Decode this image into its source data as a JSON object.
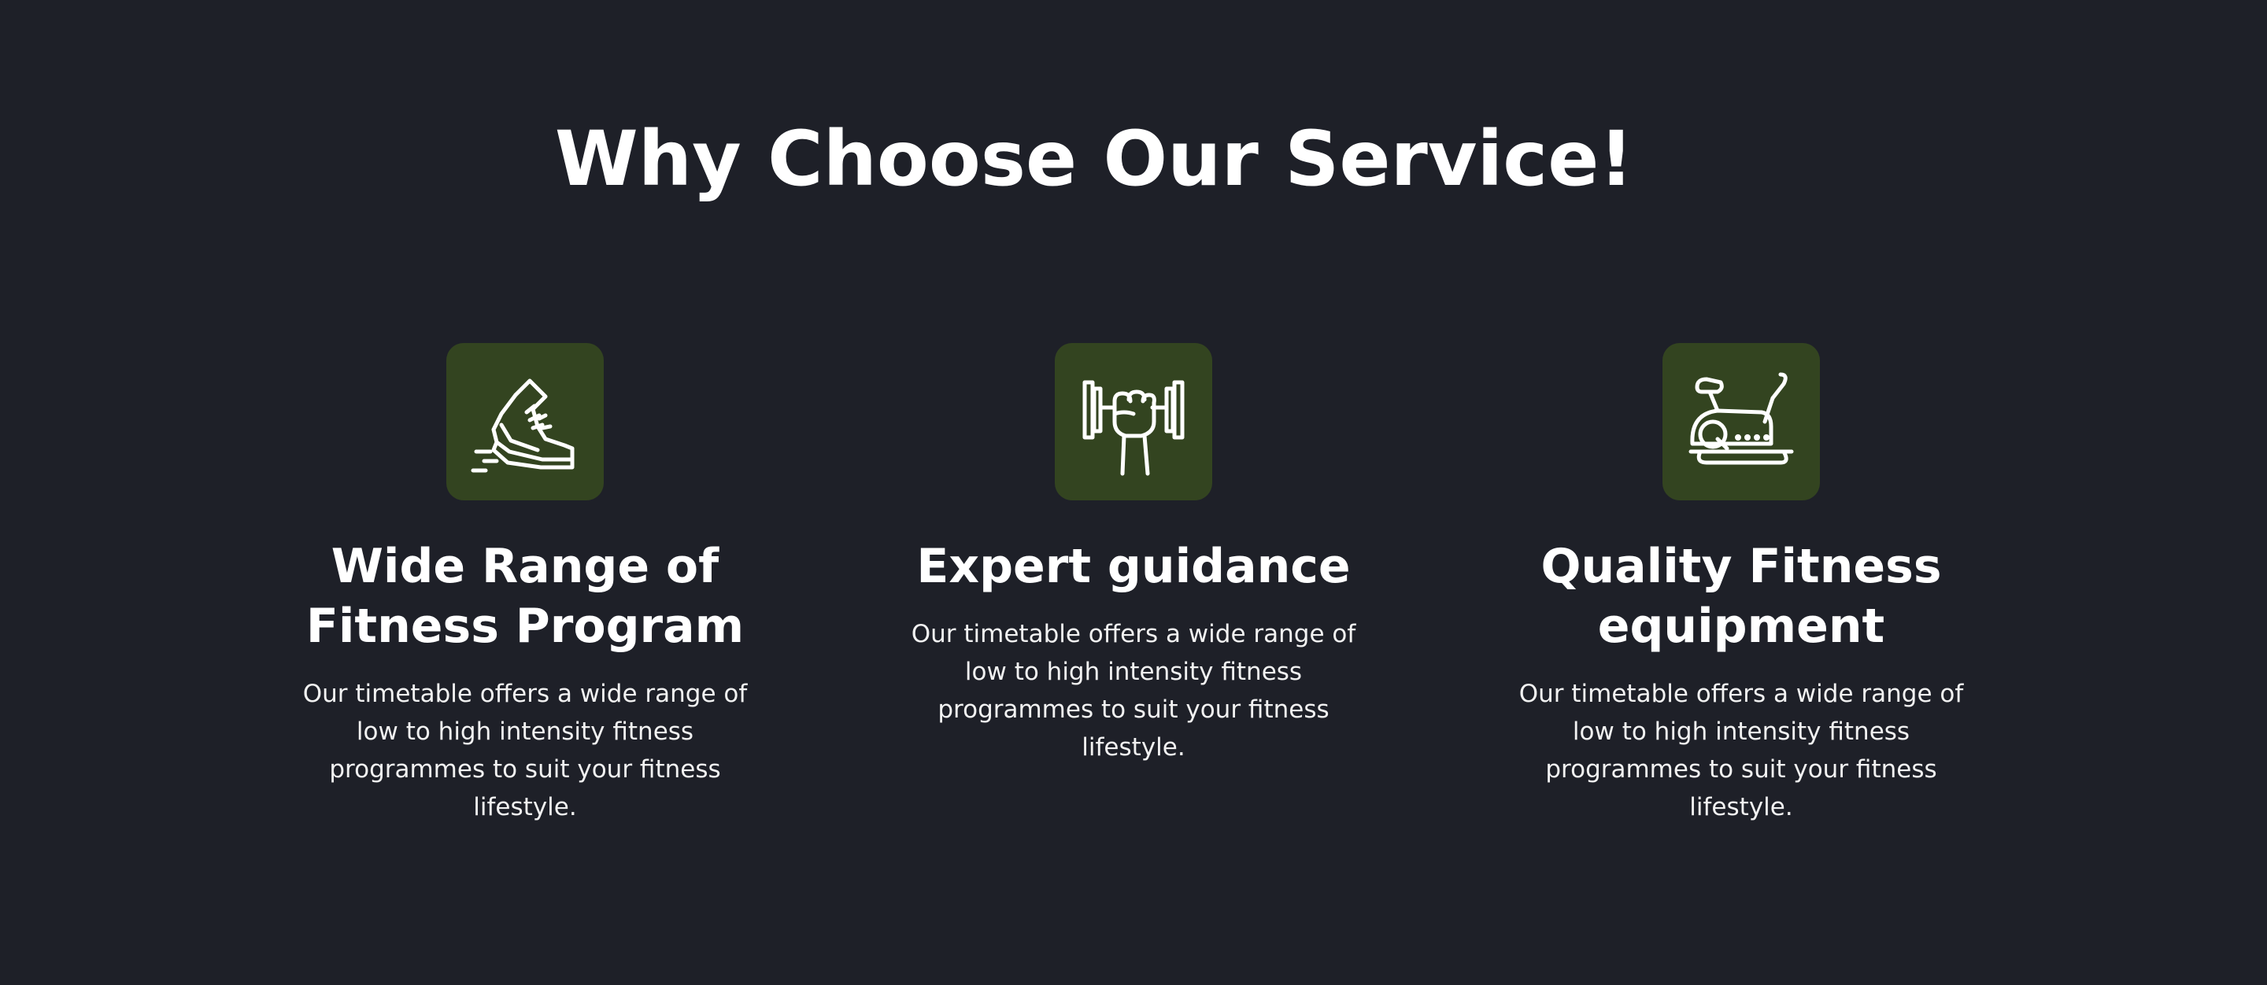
{
  "section": {
    "title": "Why Choose Our Service!"
  },
  "colors": {
    "background": "#1e2028",
    "icon_tile": "#334420",
    "text": "#ffffff"
  },
  "features": [
    {
      "icon": "running-shoe-icon",
      "title": "Wide Range of Fitness Program",
      "description": "Our timetable offers a wide range of low to high intensity fitness programmes to suit your fitness lifestyle."
    },
    {
      "icon": "dumbbell-hand-icon",
      "title": "Expert guidance",
      "description": "Our timetable offers a wide range of low to high intensity fitness programmes to suit your fitness lifestyle."
    },
    {
      "icon": "exercise-bike-icon",
      "title": "Quality Fitness equipment",
      "description": "Our timetable offers a wide range of low to high intensity fitness programmes to suit your fitness lifestyle."
    }
  ]
}
